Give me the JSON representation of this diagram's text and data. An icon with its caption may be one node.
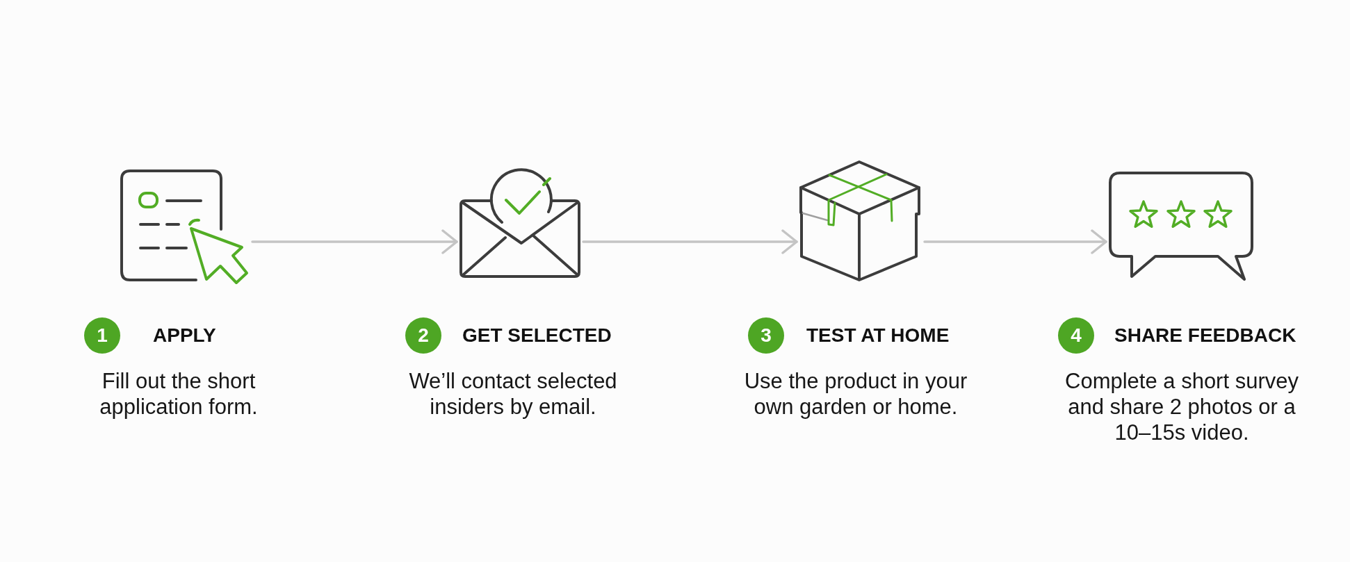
{
  "diagram": {
    "nodes": [
      {
        "text": [],
        "shape": "picture"
      },
      {
        "text": [
          "1"
        ],
        "beside": [
          "APPLY",
          "Fill out the short application form."
        ]
      },
      {
        "text": [],
        "shape": "picture"
      },
      {
        "text": [
          "2"
        ],
        "beside": [
          "GET SELECTED",
          "We’ll contact selected insiders by email."
        ]
      },
      {
        "text": [],
        "shape": "picture"
      },
      {
        "text": [
          "3"
        ],
        "beside": [
          "TEST AT HOME",
          "Use the product in your own garden or home."
        ]
      },
      {
        "text": [],
        "shape": "picture"
      },
      {
        "text": [
          "4"
        ],
        "beside": [
          "SHARE FEEDBACK",
          "Complete a short survey and share 2 photos or a 10–15s video."
        ]
      }
    ],
    "edges": [
      {
        "from": 0,
        "to": 2,
        "arrow": "to"
      },
      {
        "from": 2,
        "to": 4,
        "arrow": "to"
      },
      {
        "from": 4,
        "to": 6,
        "arrow": "to"
      }
    ]
  }
}
